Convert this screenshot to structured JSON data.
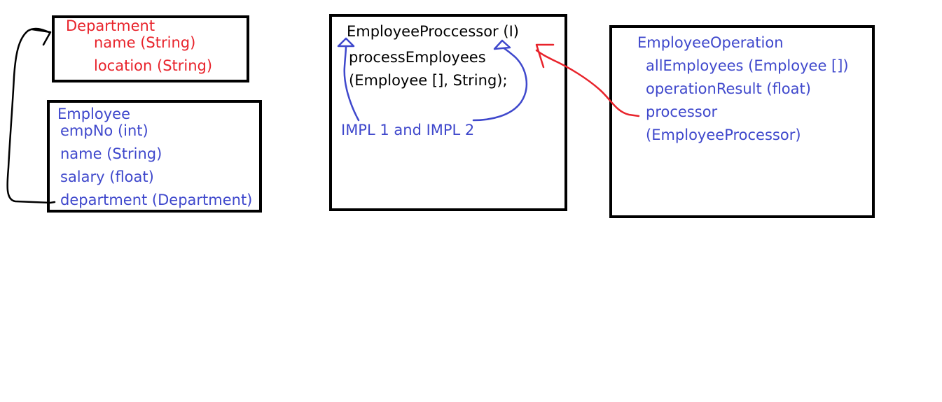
{
  "department": {
    "title": "Department",
    "fields": [
      "name (String)",
      "location (String)"
    ]
  },
  "employee": {
    "title": "Employee",
    "fields": [
      "empNo (int)",
      "name (String)",
      "salary (float)",
      "department (Department)"
    ]
  },
  "processor": {
    "title": "EmployeeProccessor (I)",
    "method_line1": "processEmployees",
    "method_line2": "(Employee [], String);",
    "impl_note": "IMPL 1 and IMPL 2"
  },
  "operation": {
    "title": "EmployeeOperation",
    "fields": [
      "allEmployees (Employee [])",
      "operationResult (float)",
      "processor",
      "(EmployeeProcessor)"
    ]
  },
  "colors": {
    "ink": "#000000",
    "red": "#e8232b",
    "blue": "#3f48cc"
  }
}
